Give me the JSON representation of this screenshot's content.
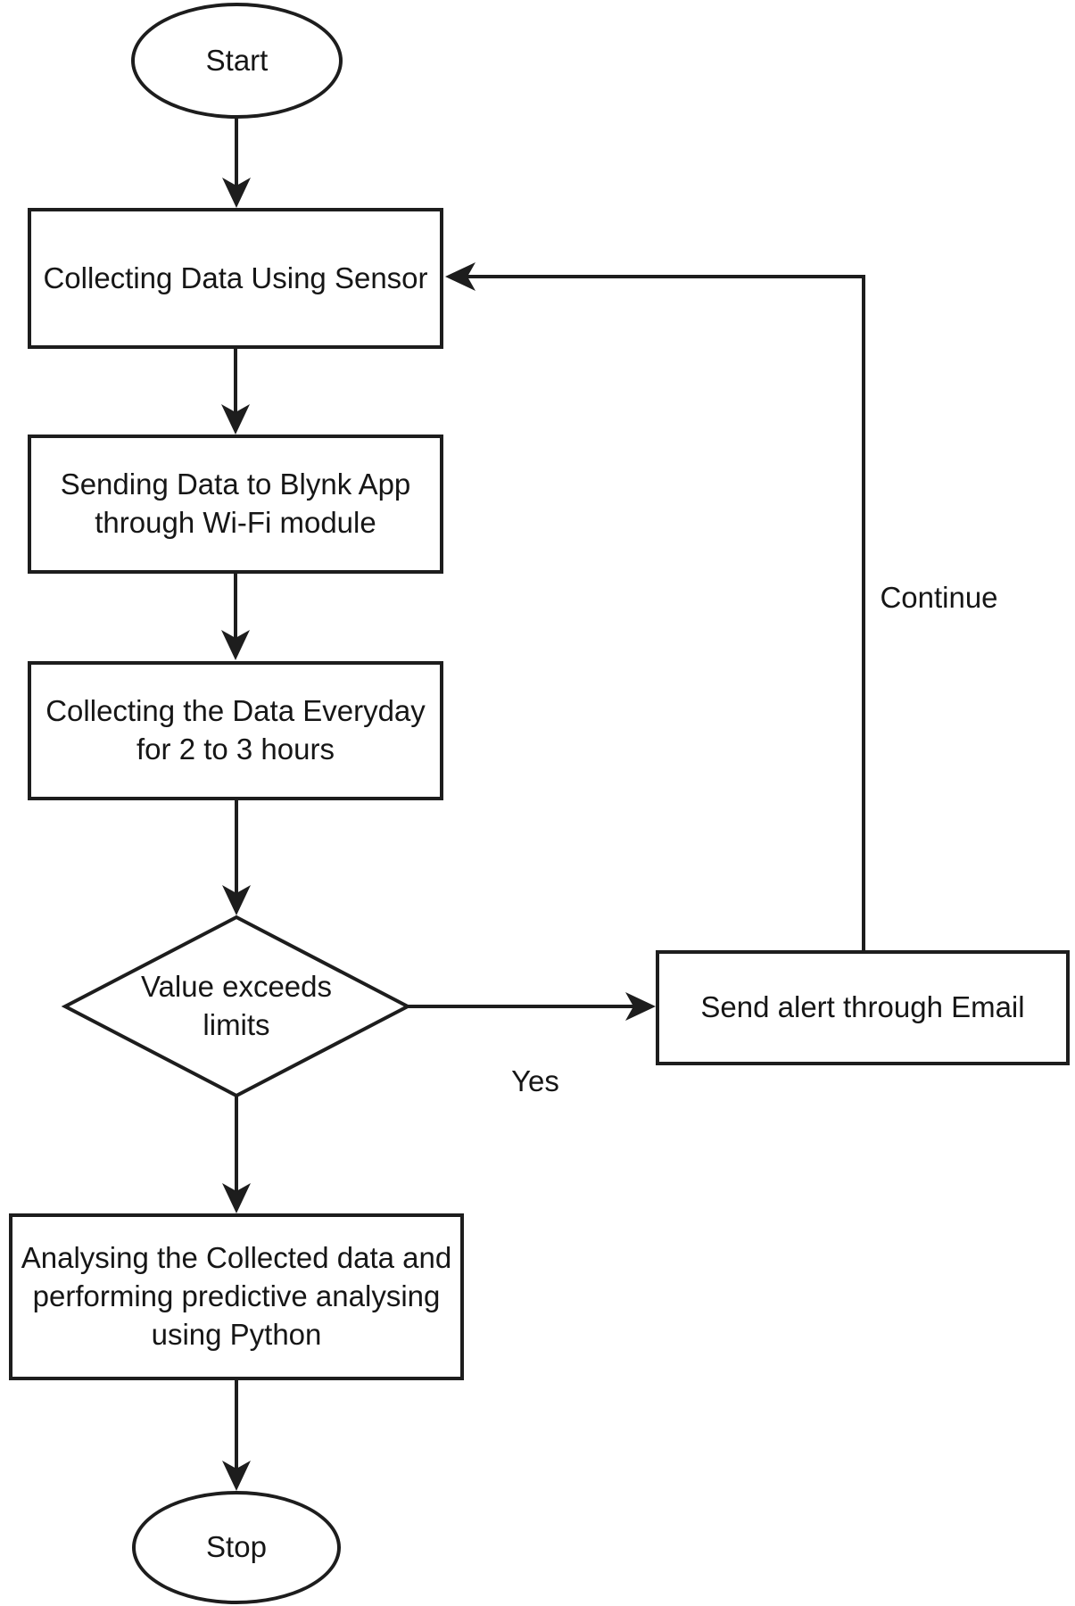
{
  "diagram": {
    "nodes": {
      "start": {
        "shape": "ellipse",
        "label": "Start"
      },
      "collect_sensor": {
        "shape": "rectangle",
        "label": "Collecting Data Using Sensor"
      },
      "send_blynk": {
        "shape": "rectangle",
        "label": "Sending Data to Blynk App\nthrough Wi-Fi module"
      },
      "collect_everyday": {
        "shape": "rectangle",
        "label": "Collecting the Data Everyday\nfor 2 to 3 hours"
      },
      "value_exceeds": {
        "shape": "diamond",
        "label": "Value exceeds\nlimits"
      },
      "send_alert": {
        "shape": "rectangle",
        "label": "Send alert through Email"
      },
      "analyse": {
        "shape": "rectangle",
        "label": "Analysing the Collected data and\nperforming predictive analysing\nusing Python"
      },
      "stop": {
        "shape": "ellipse",
        "label": "Stop"
      }
    },
    "edge_labels": {
      "yes": "Yes",
      "continue": "Continue"
    },
    "edges": [
      {
        "from": "start",
        "to": "collect_sensor",
        "label": ""
      },
      {
        "from": "collect_sensor",
        "to": "send_blynk",
        "label": ""
      },
      {
        "from": "send_blynk",
        "to": "collect_everyday",
        "label": ""
      },
      {
        "from": "collect_everyday",
        "to": "value_exceeds",
        "label": ""
      },
      {
        "from": "value_exceeds",
        "to": "send_alert",
        "label": "Yes"
      },
      {
        "from": "value_exceeds",
        "to": "analyse",
        "label": ""
      },
      {
        "from": "send_alert",
        "to": "collect_sensor",
        "label": "Continue"
      },
      {
        "from": "analyse",
        "to": "stop",
        "label": ""
      }
    ],
    "colors": {
      "line": "#1d1d1d",
      "background": "#ffffff",
      "text": "#161616"
    }
  }
}
